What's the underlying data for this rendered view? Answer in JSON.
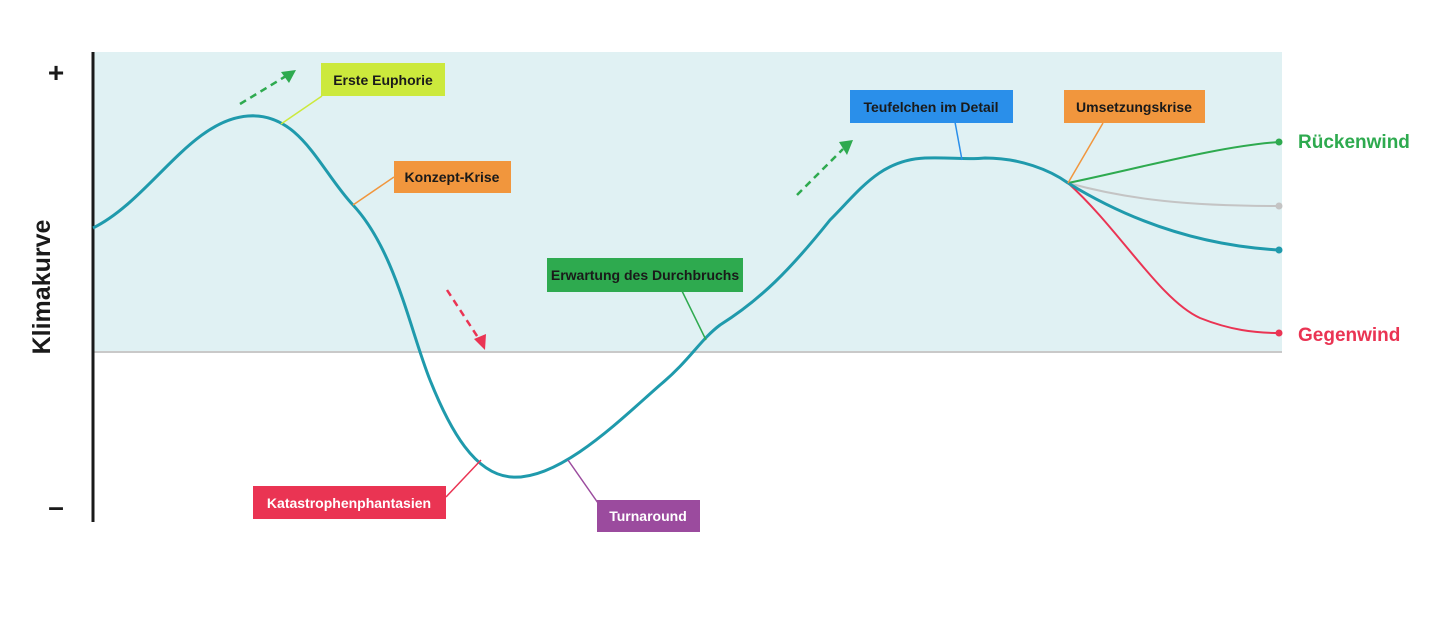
{
  "y_axis": {
    "title": "Klimakurve",
    "plus": "+",
    "minus": "–"
  },
  "phases": [
    {
      "label": "Erste Euphorie",
      "color": "#cce93c",
      "text_color": "#1a1a1a"
    },
    {
      "label": "Konzept-Krise",
      "color": "#f1963d",
      "text_color": "#1a1a1a"
    },
    {
      "label": "Katastrophenphantasien",
      "color": "#ea3453",
      "text_color": "#ffffff"
    },
    {
      "label": "Turnaround",
      "color": "#9b4b9e",
      "text_color": "#ffffff"
    },
    {
      "label": "Erwartung des Durchbruchs",
      "color": "#2eaa4f",
      "text_color": "#1a1a1a"
    },
    {
      "label": "Teufelchen im Detail",
      "color": "#2a8fea",
      "text_color": "#1a1a1a"
    },
    {
      "label": "Umsetzungskrise",
      "color": "#f1963d",
      "text_color": "#1a1a1a"
    }
  ],
  "outcomes": {
    "tailwind": {
      "label": "Rückenwind",
      "color": "#2eaa4f"
    },
    "headwind": {
      "label": "Gegenwind",
      "color": "#ea3453"
    }
  },
  "colors": {
    "curve": "#1f9aac",
    "positive_zone": "#e0f1f3",
    "neutral_branch": "#c4c4c4",
    "arrow_up": "#2eaa4f",
    "arrow_down": "#ea3453"
  }
}
